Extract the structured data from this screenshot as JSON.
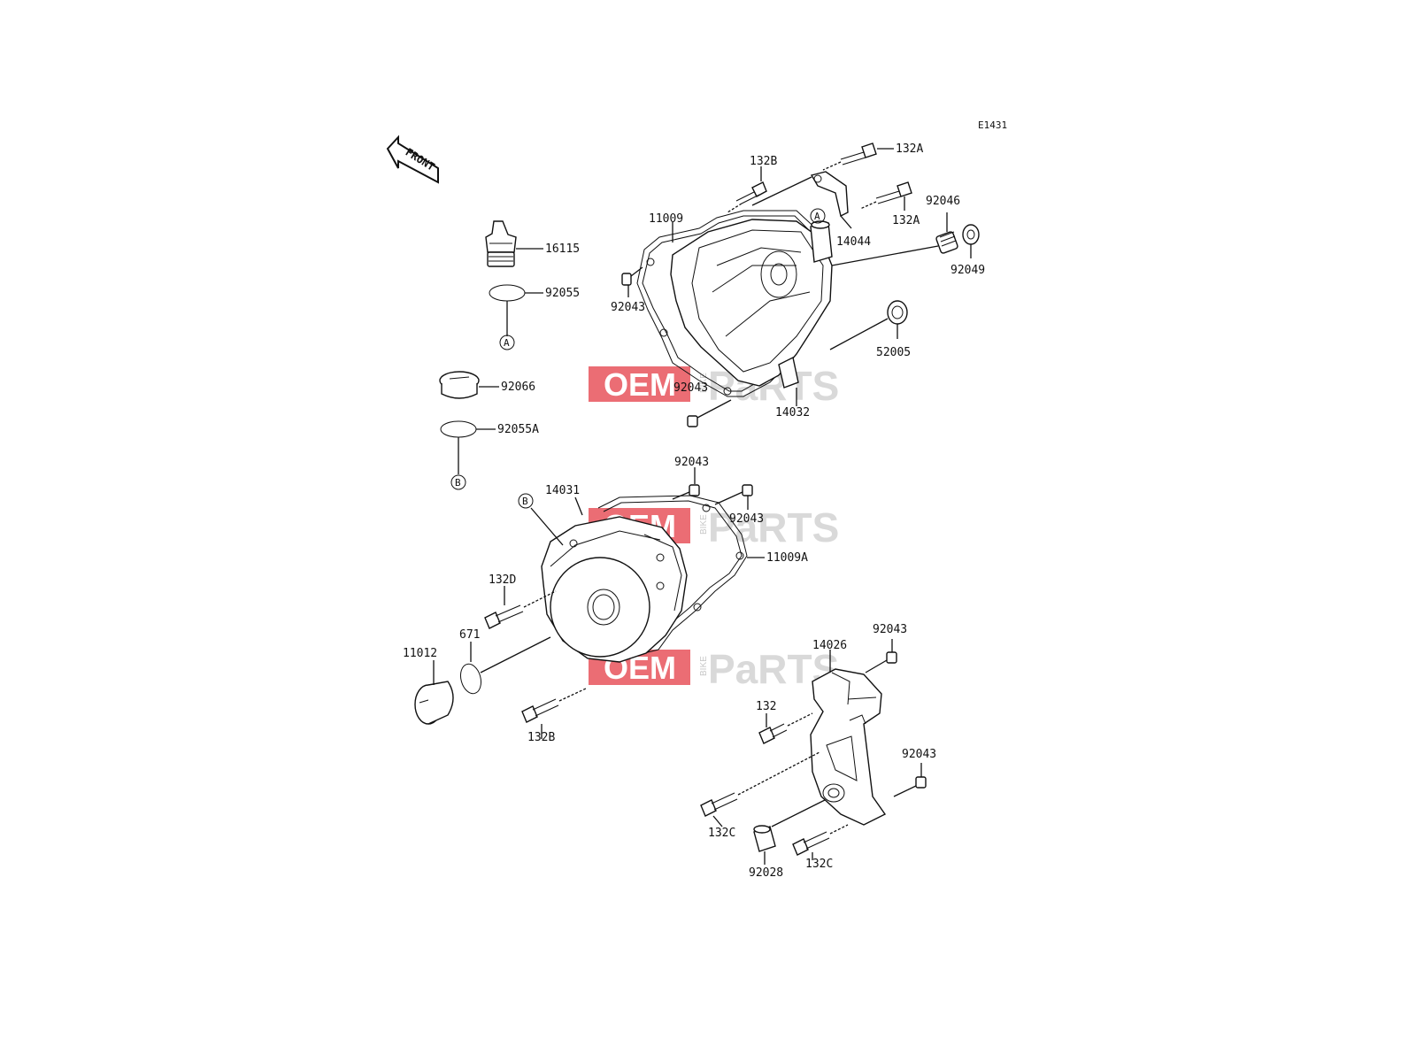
{
  "diagram_code": "E1431",
  "front_label": "FRONT",
  "watermark": {
    "oem": "OEM",
    "bike": "BIKE",
    "parts": "PaRTS",
    "color": "#e8545c"
  },
  "ref_markers": [
    "A",
    "B"
  ],
  "labels": {
    "p132A_1": "132A",
    "p132B_1": "132B",
    "p132A_2": "132A",
    "p92046": "92046",
    "p11009": "11009",
    "p14044": "14044",
    "p92049": "92049",
    "p16115": "16115",
    "p92055": "92055",
    "p92043_1": "92043",
    "p52005": "52005",
    "p92066": "92066",
    "p92043_2": "92043",
    "p14032": "14032",
    "p92055A": "92055A",
    "p92043_3": "92043",
    "p14031": "14031",
    "p92043_4": "92043",
    "p11009A": "11009A",
    "p132D": "132D",
    "p671": "671",
    "p11012": "11012",
    "p92043_5": "92043",
    "p14026": "14026",
    "p132": "132",
    "p132B_2": "132B",
    "p92043_6": "92043",
    "p132C_1": "132C",
    "p92028": "92028",
    "p132C_2": "132C"
  }
}
